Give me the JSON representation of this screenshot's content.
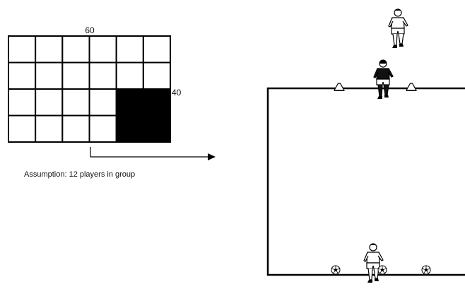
{
  "grid": {
    "width_label": "60",
    "height_label": "40",
    "cols": 6,
    "rows": 4,
    "shaded_cols": [
      4,
      5
    ],
    "shaded_rows": [
      2,
      3
    ]
  },
  "assumption_text": "Assumption: 12 players in group",
  "colors": {
    "line": "#000000",
    "shaded": "#000000",
    "background": "#ffffff"
  },
  "icons": {
    "players": [
      "player-white-icon",
      "player-dark-icon",
      "player-white-icon"
    ],
    "cones": [
      "cone-icon",
      "cone-icon"
    ],
    "balls": [
      "soccer-ball-icon",
      "soccer-ball-icon",
      "soccer-ball-icon"
    ]
  }
}
